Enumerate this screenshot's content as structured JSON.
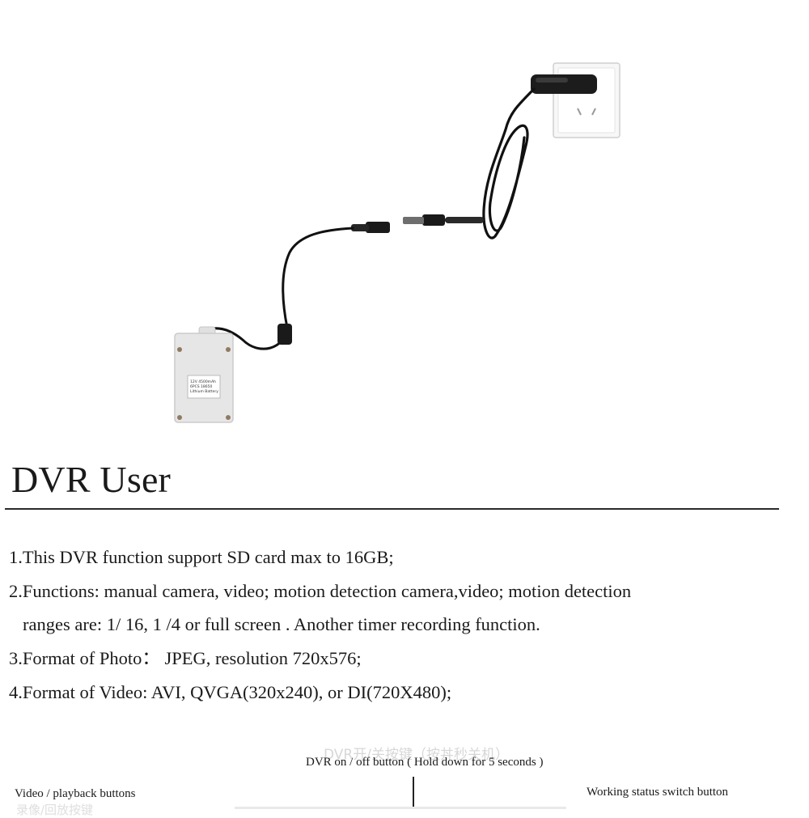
{
  "title": "DVR User",
  "specs": [
    "1.This DVR function support SD card max to 16GB;",
    "2.Functions: manual camera, video; motion detection camera,video; motion detection",
    "ranges are: 1/ 16, 1 /4 or full screen . Another timer recording function.",
    "3.Format of Photo： JPEG, resolution 720x576;",
    "4.Format of Video: AVI, QVGA(320x240), or DI(720X480);"
  ],
  "captions": {
    "onoff": "DVR on / off button ( Hold down for 5 seconds )",
    "onoff_faint": "DVR开/关按键（按丼秒关机）",
    "video": "Video / playback buttons",
    "video_faint": "录像/回放按键",
    "status": "Working status switch button"
  },
  "battery_label": [
    "12V  4500mAh",
    "6PCS 18650",
    "Lithium Battery"
  ]
}
